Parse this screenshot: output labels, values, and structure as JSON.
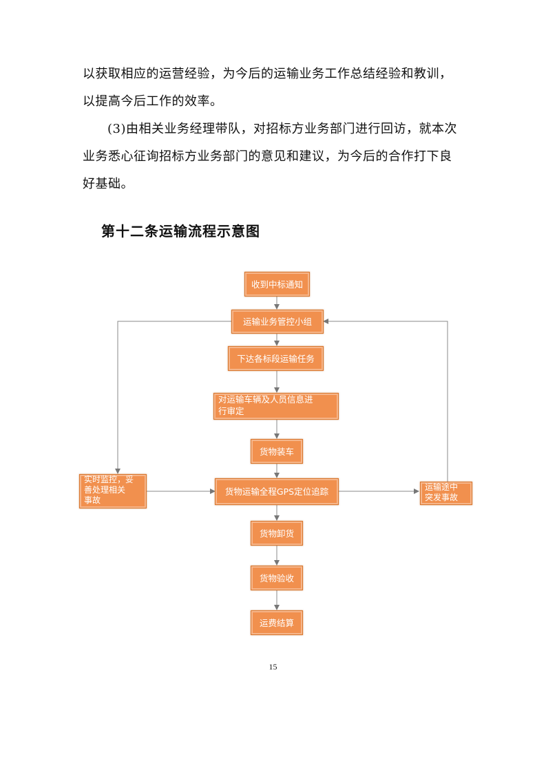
{
  "body_text": {
    "line1": "以获取相应的运营经验，为今后的运输业务工作总结经验和教训，",
    "line2": "以提高今后工作的效率。",
    "line3": "(3)由相关业务经理带队，对招标方业务部门进行回访，就本次",
    "line4": "业务悉心征询招标方业务部门的意见和建议，为今后的合作打下良",
    "line5": "好基础。"
  },
  "section_heading": "第十二条运输流程示意图",
  "flowchart": {
    "step1": "收到中标通知",
    "step2": "运输业务管控小组",
    "step3": "下达各标段运输任务",
    "step4_line1": "对运输车辆及人员信息进",
    "step4_line2": "行审定",
    "step5": "货物装车",
    "step6": "货物运输全程GPS定位追踪",
    "step7": "货物卸货",
    "step8": "货物验收",
    "step9": "运费结算",
    "left_box_line1": "实时监控，妥",
    "left_box_line2": "善处理相关",
    "left_box_line3": "事故",
    "right_box_line1": "运输途中",
    "right_box_line2": "突发事故"
  },
  "page_number": "15"
}
